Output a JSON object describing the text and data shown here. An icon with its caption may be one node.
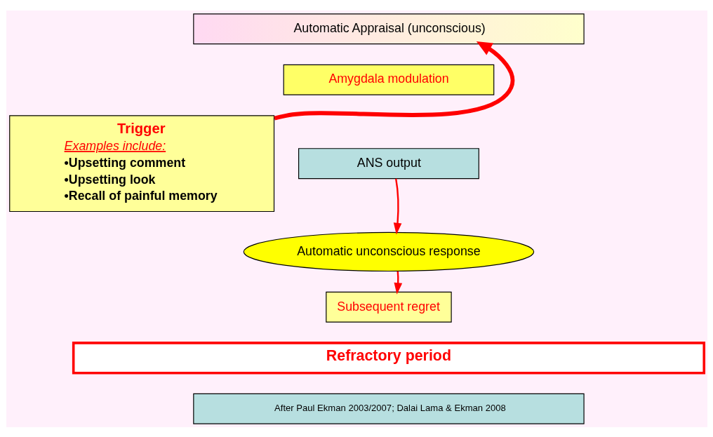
{
  "diagram": {
    "nodes": [
      {
        "text": [
          "Automatic Appraisal (unconscious)"
        ]
      },
      {
        "text": [
          "Amygdala modulation"
        ]
      },
      {
        "text": [
          "ANS output"
        ]
      },
      {
        "text": [
          "Trigger",
          "Examples include:",
          "•Upsetting comment",
          "•Upsetting look",
          "•Recall of painful memory"
        ]
      },
      {
        "text": [
          "Automatic unconscious response"
        ]
      },
      {
        "text": [
          "Subsequent regret"
        ]
      },
      {
        "text": [
          "Refractory period"
        ]
      },
      {
        "text": [
          "After Paul Ekman 2003/2007; Dalai Lama & Ekman 2008"
        ]
      }
    ],
    "edges": [
      {
        "from": 3,
        "to": 0,
        "arrow": "to",
        "style": "thick"
      },
      {
        "from": 2,
        "to": 4,
        "arrow": "to"
      },
      {
        "from": 4,
        "to": 5,
        "arrow": "to"
      }
    ]
  }
}
